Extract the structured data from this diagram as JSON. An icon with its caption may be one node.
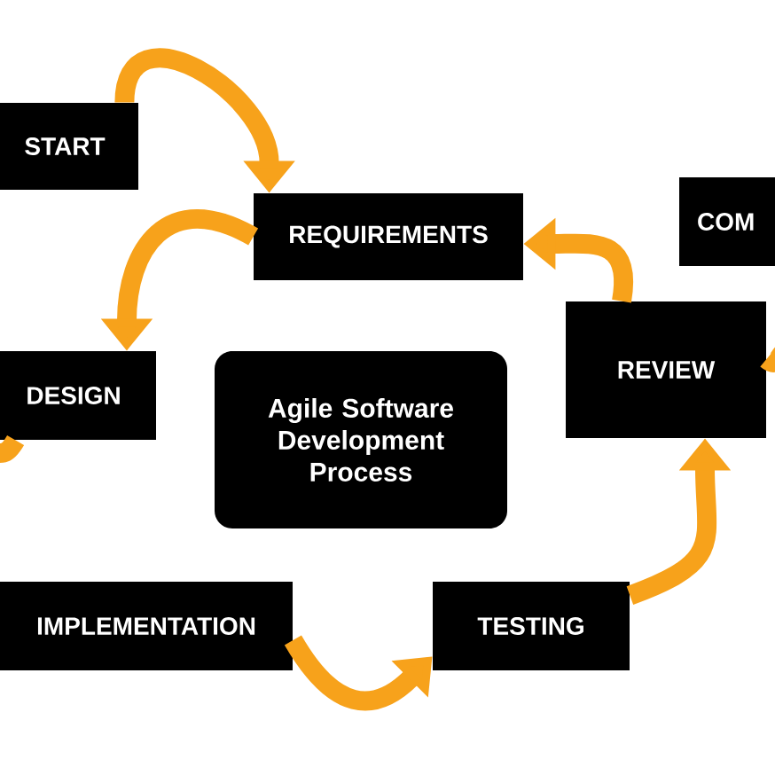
{
  "diagram": {
    "nodes": [
      {
        "text": [
          "START"
        ]
      },
      {
        "text": [
          "REQUIREMENTS"
        ]
      },
      {
        "text": [
          "COM"
        ]
      },
      {
        "text": [
          "DESIGN"
        ]
      },
      {
        "text": [
          "Agile Software Development Process"
        ]
      },
      {
        "text": [
          "REVIEW"
        ]
      },
      {
        "text": [
          "IMPLEMENTATION"
        ]
      },
      {
        "text": [
          "TESTING"
        ]
      }
    ],
    "edges": [
      {
        "from": 0,
        "to": 1,
        "arrow": "to"
      },
      {
        "from": 1,
        "to": 3,
        "arrow": "to"
      },
      {
        "from": 3,
        "to": null,
        "arrow": "none"
      },
      {
        "from": 6,
        "to": 7,
        "arrow": "to"
      },
      {
        "from": 7,
        "to": 5,
        "arrow": "to"
      },
      {
        "from": 5,
        "to": 1,
        "arrow": "to"
      },
      {
        "from": 5,
        "to": null,
        "arrow": "none"
      }
    ]
  }
}
